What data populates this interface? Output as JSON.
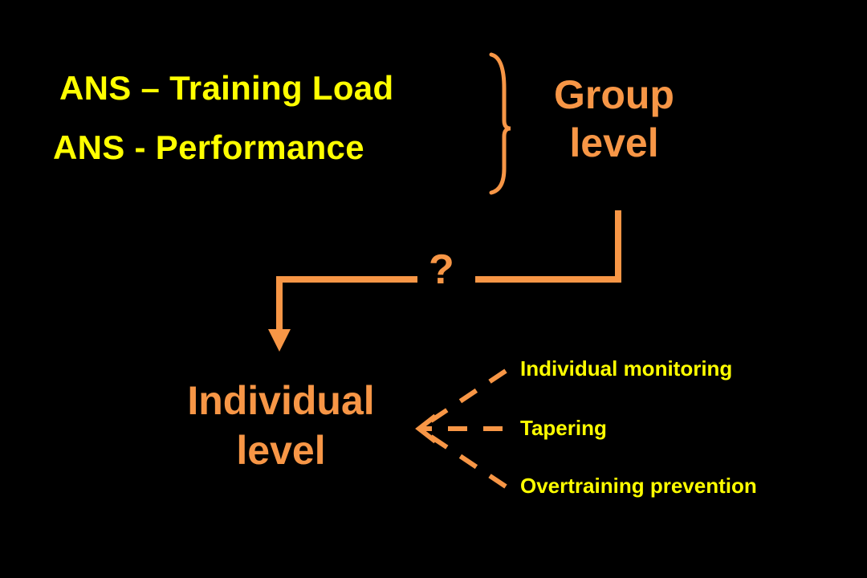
{
  "relations": {
    "training_load": "ANS – Training Load",
    "performance": "ANS - Performance"
  },
  "group_level": "Group level",
  "question_mark": "?",
  "individual_level": "Individual level",
  "applications": [
    "Individual monitoring",
    "Tapering",
    "Overtraining prevention"
  ],
  "colors": {
    "background": "#000000",
    "relation_text": "#FFFF00",
    "accent": "#F79646"
  }
}
